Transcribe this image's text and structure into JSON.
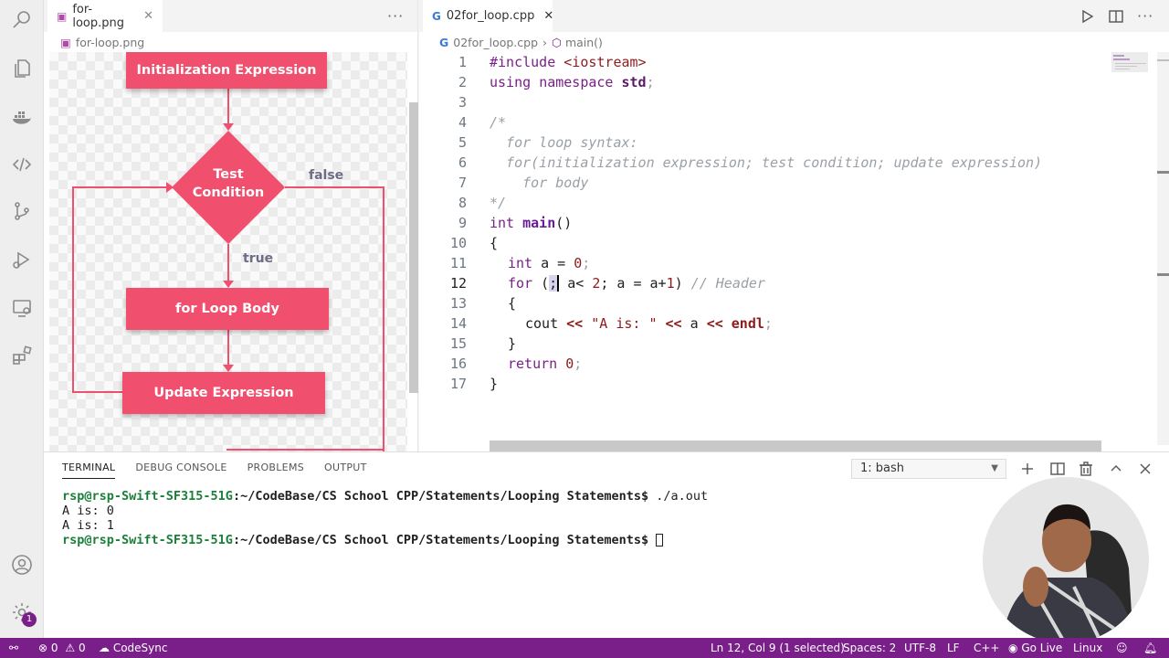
{
  "left_editor": {
    "tab_label": "for-loop.png",
    "breadcrumb": "for-loop.png",
    "flowchart": {
      "init": "Initialization Expression",
      "test_line1": "Test",
      "test_line2": "Condition",
      "false_label": "false",
      "true_label": "true",
      "body": "for Loop Body",
      "update": "Update Expression"
    }
  },
  "right_editor": {
    "tab_label": "02for_loop.cpp",
    "breadcrumb_file": "02for_loop.cpp",
    "breadcrumb_symbol": "main()",
    "current_line": 12,
    "code": {
      "l1_pp": "#include",
      "l1_inc": "<iostream>",
      "l2_a": "using",
      "l2_b": "namespace",
      "l2_c": "std",
      "l2_d": ";",
      "l4": "/*",
      "l5": "  for loop syntax:",
      "l6": "  for(initialization expression; test condition; update expression)",
      "l7": "    for body",
      "l8": "*/",
      "l9_t": "int",
      "l9_f": "main",
      "l9_p": "()",
      "l10": "{",
      "l11_t": "int",
      "l11_rest": " a = ",
      "l11_n": "0",
      "l11_s": ";",
      "l12_kw": "for",
      "l12_a": " (",
      "l12_sel": ";",
      "l12_b": " a< ",
      "l12_n": "2",
      "l12_c": "; a = a+",
      "l12_n2": "1",
      "l12_d": ")",
      "l12_cm": " // Header",
      "l13": "{",
      "l14_a": "cout ",
      "l14_op1": "<<",
      "l14_st": " \"A is: \" ",
      "l14_op2": "<<",
      "l14_b": " a ",
      "l14_op3": "<<",
      "l14_c": " endl",
      "l14_d": ";",
      "l15": "}",
      "l16_kw": "return",
      "l16_n": " 0",
      "l16_s": ";",
      "l17": "}"
    }
  },
  "panel": {
    "tabs": [
      "TERMINAL",
      "DEBUG CONSOLE",
      "PROBLEMS",
      "OUTPUT"
    ],
    "terminal_select": "1: bash",
    "prompt_user": "rsp@rsp-Swift-SF315-51G",
    "prompt_path": ":~/CodeBase/CS School CPP/Statements/Looping Statements$",
    "cmd1": " ./a.out",
    "out1": "A is: 0",
    "out2": "A is: 1"
  },
  "activity_bar": {
    "icons": [
      "search-icon",
      "files-icon",
      "docker-icon",
      "code-icon",
      "source-control-icon",
      "run-debug-icon",
      "remote-explorer-icon",
      "extensions-icon",
      "account-icon",
      "settings-gear-icon"
    ],
    "badge": "1"
  },
  "status_bar": {
    "problems_errors": "0",
    "problems_warnings": "0",
    "codesync": "CodeSync",
    "position": "Ln 12, Col 9 (1 selected)",
    "spaces": "Spaces: 2",
    "encoding": "UTF-8",
    "eol": "LF",
    "language": "C++",
    "go_live": "Go Live",
    "os": "Linux",
    "accent": "#7a1f8a"
  }
}
